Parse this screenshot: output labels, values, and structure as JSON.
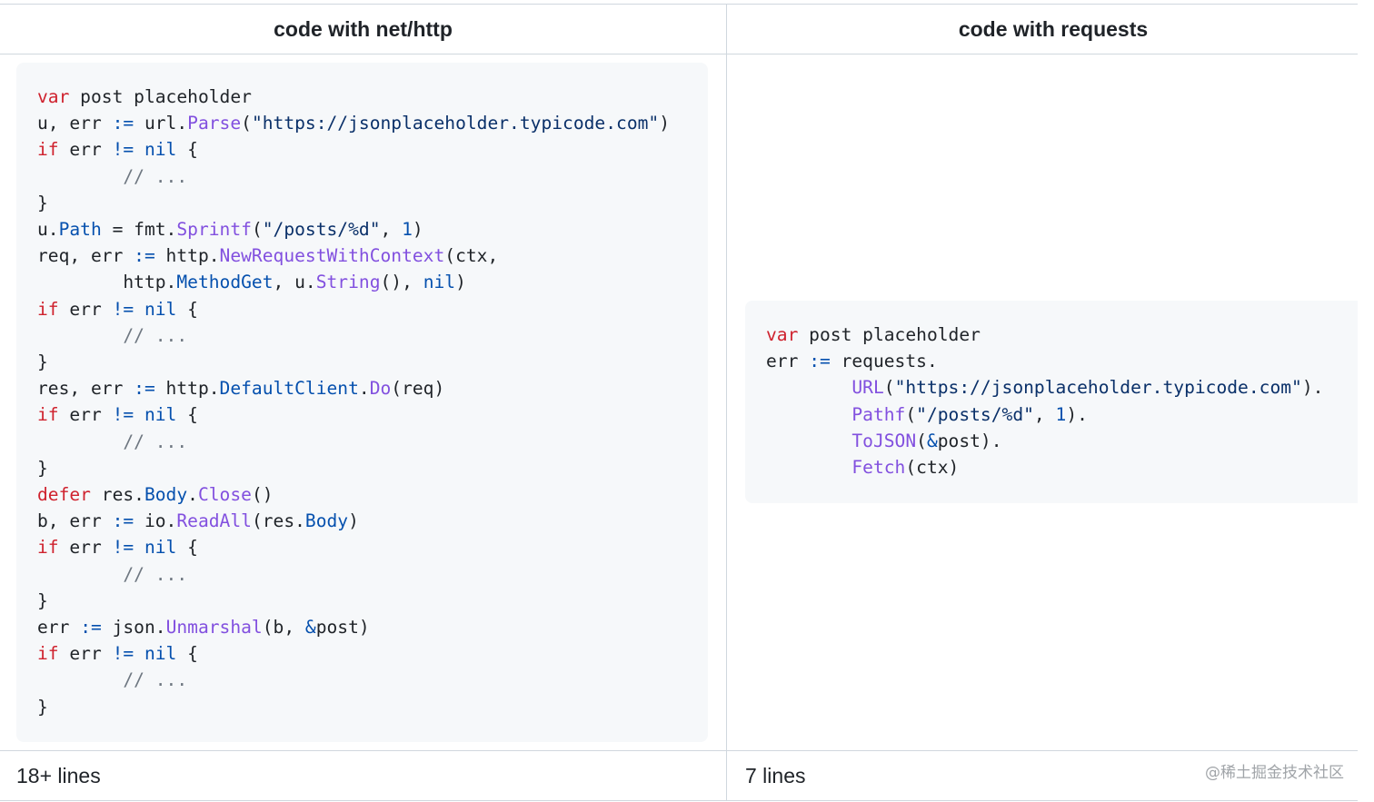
{
  "table": {
    "headers": [
      "code with net/http",
      "code with requests"
    ],
    "footers": [
      "18+ lines",
      "7 lines"
    ]
  },
  "code_left": {
    "language": "go",
    "lines": [
      "var post placeholder",
      "u, err := url.Parse(\"https://jsonplaceholder.typicode.com\")",
      "if err != nil {",
      "        // ...",
      "}",
      "u.Path = fmt.Sprintf(\"/posts/%d\", 1)",
      "req, err := http.NewRequestWithContext(ctx,",
      "        http.MethodGet, u.String(), nil)",
      "if err != nil {",
      "        // ...",
      "}",
      "res, err := http.DefaultClient.Do(req)",
      "if err != nil {",
      "        // ...",
      "}",
      "defer res.Body.Close()",
      "b, err := io.ReadAll(res.Body)",
      "if err != nil {",
      "        // ...",
      "}",
      "err := json.Unmarshal(b, &post)",
      "if err != nil {",
      "        // ...",
      "}"
    ]
  },
  "code_right": {
    "language": "go",
    "lines": [
      "var post placeholder",
      "err := requests.",
      "        URL(\"https://jsonplaceholder.typicode.com\").",
      "        Pathf(\"/posts/%d\", 1).",
      "        ToJSON(&post).",
      "        Fetch(ctx)"
    ]
  },
  "watermark": "@稀土掘金技术社区",
  "colors": {
    "keyword": "#cf222e",
    "identifier": "#0550ae",
    "function": "#8250df",
    "string": "#0a3069",
    "comment": "#6e7781",
    "code_background": "#f6f8fa",
    "border": "#d0d7de"
  }
}
